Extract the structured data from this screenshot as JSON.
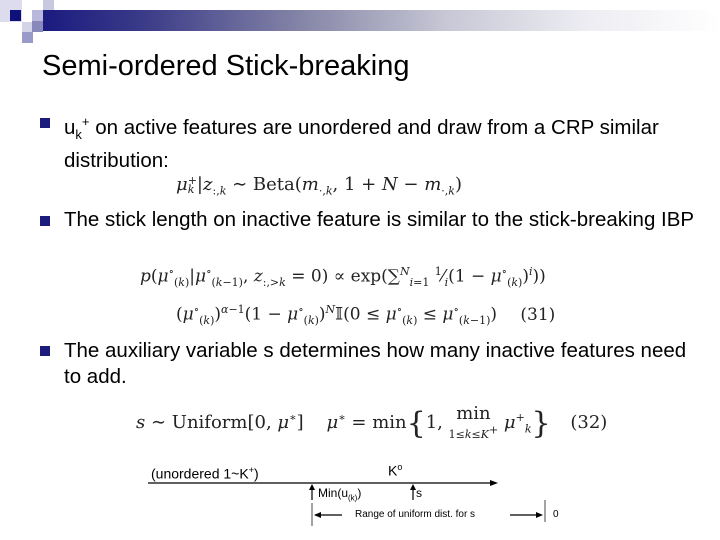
{
  "slide": {
    "title": "Semi-ordered Stick-breaking",
    "colors": {
      "accent": "#1c1c7c",
      "gradient_start": "#1a1a80",
      "gradient_end": "#ffffff"
    },
    "bullets": [
      {
        "text_prefix": "u",
        "text_sub": "k",
        "text_sup": "+",
        "text_rest": " on active features are unordered and draw from a CRP similar distribution:",
        "equation": "μ_k^+ | z_{:,k} ~ Beta(m_{·,k}, 1 + N − m_{·,k})"
      },
      {
        "text": "The stick length on inactive feature is similar to the stick-breaking IBP",
        "equation_line1": "p(μ°_(k) | μ°_(k−1), z_{:,>k} = 0) ∝ exp(Σ_{i=1}^{N} (1/i)(1 − μ°_(k))^i)",
        "equation_line2": "(μ°_(k))^{α−1} (1 − μ°_(k))^N 𝕀(0 ≤ μ°_(k) ≤ μ°_(k−1))",
        "equation_number": "(31)"
      },
      {
        "text": "The auxiliary variable s determines how many inactive features need to add.",
        "equation": "s ~ Uniform[0, μ*]    μ* = min{1, min_{1≤k≤K+} μ_k^+}",
        "equation_number": "(32)"
      }
    ],
    "diagram": {
      "left_label": "(unordered 1~K+)",
      "top_label": "K°",
      "marker1_label": "Min(u(k))",
      "marker2_label": "s",
      "range_label": "Range of uniform dist. for s",
      "end_label": "0"
    }
  }
}
